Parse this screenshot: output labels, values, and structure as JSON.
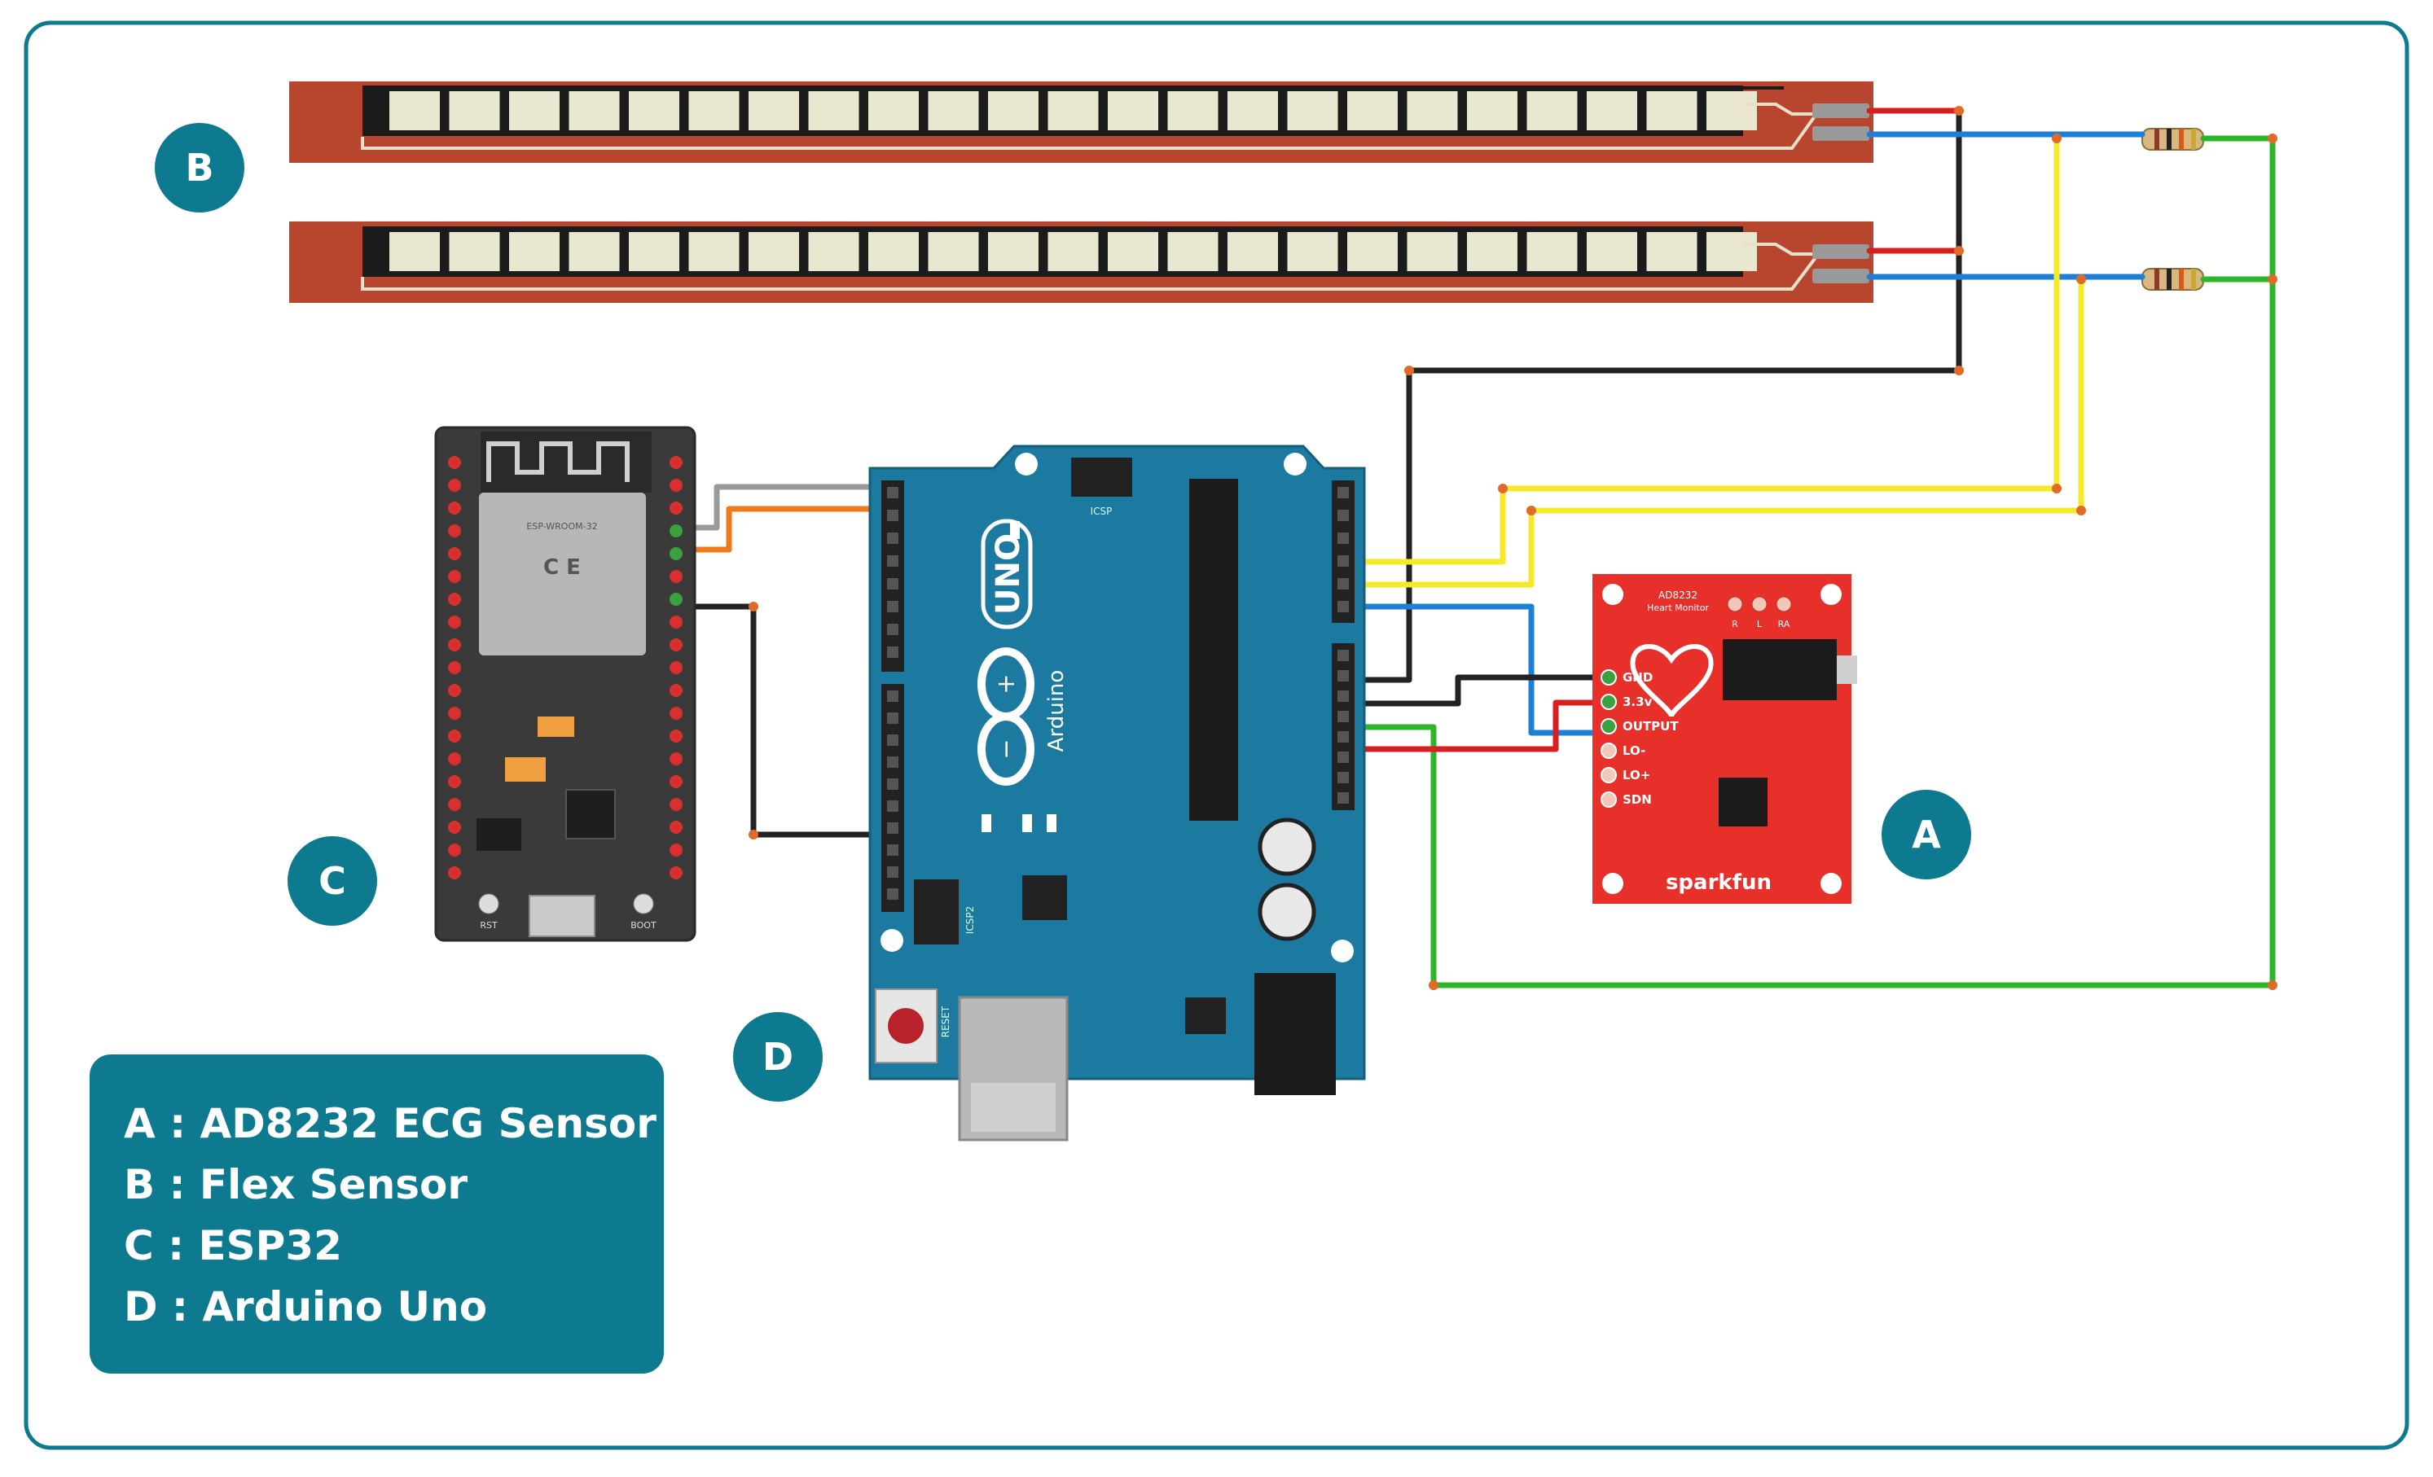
{
  "badges": {
    "a": "A",
    "b": "B",
    "c": "C",
    "d": "D"
  },
  "legend": {
    "items": [
      {
        "label": "A : AD8232 ECG Sensor"
      },
      {
        "label": "B : Flex Sensor"
      },
      {
        "label": "C : ESP32"
      },
      {
        "label": "D : Arduino Uno"
      }
    ]
  },
  "ecg_board": {
    "model": "AD8232",
    "subtitle": "Heart Monitor",
    "pins": [
      "GND",
      "3.3v",
      "OUTPUT",
      "LO-",
      "LO+",
      "SDN"
    ],
    "top_pins": [
      "R",
      "L",
      "RA"
    ],
    "brand": "sparkfun"
  },
  "arduino": {
    "logo_text": "UNO",
    "brand": "Arduino",
    "reset_label": "RESET",
    "icsp_label": "ICSP",
    "icsp2_label": "ICSP2"
  },
  "esp32": {
    "module_label": "ESP-WROOM-32",
    "reset_label": "RST",
    "boot_label": "BOOT"
  },
  "colors": {
    "frame": "#0e7a8f",
    "badge": "#0e7a8f",
    "flex_copper": "#b8462f",
    "flex_strip": "#e9e7cf",
    "ecg_board": "#e8302a",
    "arduino_board": "#1c7aa0",
    "esp32_board": "#333333",
    "wire_black": "#222222",
    "wire_blue": "#1e7fd6",
    "wire_yellow": "#f5ea2a",
    "wire_green": "#2fb52a",
    "wire_red": "#d81e1e",
    "wire_orange": "#f07a1a",
    "wire_gray": "#9a9a9a"
  }
}
